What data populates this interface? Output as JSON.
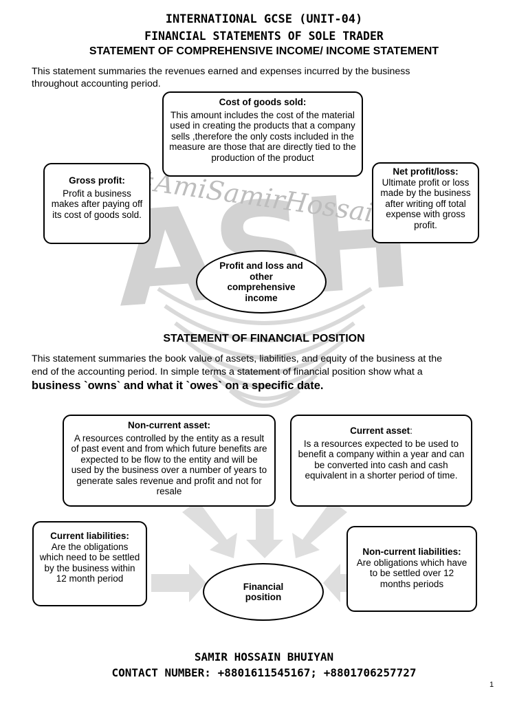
{
  "header": {
    "line1": "INTERNATIONAL GCSE (UNIT-04)",
    "line2": "FINANCIAL STATEMENTS OF SOLE TRADER",
    "line3": "STATEMENT OF COMPREHENSIVE INCOME/ INCOME STATEMENT"
  },
  "income": {
    "intro_line1": "This statement summaries the revenues earned and expenses incurred by the business",
    "intro_line2": "throughout accounting period.",
    "cogs_title": "Cost of goods sold:",
    "cogs_text": "This amount includes the cost of the material used in creating the products that a company sells ,therefore the only costs included in the measure are those that are directly tied to the production of the product",
    "gross_title": "Gross profit:",
    "gross_text": "Profit a business makes after paying off its cost of goods sold.",
    "net_title": "Net profit/loss:",
    "net_text": "Ultimate profit or loss made by the business after writing off  total expense  with gross profit.",
    "center_text": "Profit and loss and other comprehensive income"
  },
  "position": {
    "title": "STATEMENT OF FINANCIAL POSITION",
    "intro_line1": "This statement summaries the  book value of assets, liabilities, and equity of the business at the",
    "intro_line2": "end of the accounting period. In simple terms a statement of financial position show what a",
    "intro_line3": "business `owns` and  what it `owes` on a specific date.",
    "nca_title": "Non-current asset:",
    "nca_text": "A resources  controlled by the  entity as a result of past event and  from which future benefits are expected to be flow to the entity and will be used by the business over a number of years to generate sales revenue and profit and not for resale",
    "ca_title": "Current asset",
    "ca_colon": ":",
    "ca_text": "Is a resources expected to be used to benefit a company within a year and can be converted into cash and cash equivalent in a shorter period of time.",
    "cl_title": "Current liabilities:",
    "cl_text": "Are the obligations which need to be settled by the business within 12 month period",
    "ncl_title": "Non-current liabilities:",
    "ncl_text": "Are obligations which have to be settled over 12 months periods",
    "center_text": "Financial position"
  },
  "watermark": {
    "signature": "#AmiSamirHossain",
    "letters": "ASH"
  },
  "footer": {
    "author": "SAMIR HOSSAIN BHUIYAN",
    "contact": "CONTACT NUMBER: +8801611545167; +8801706257727",
    "page_number": "1"
  },
  "colors": {
    "watermark": "#c8c8c8",
    "arrow": "#dcdcdc",
    "text": "#000000"
  }
}
